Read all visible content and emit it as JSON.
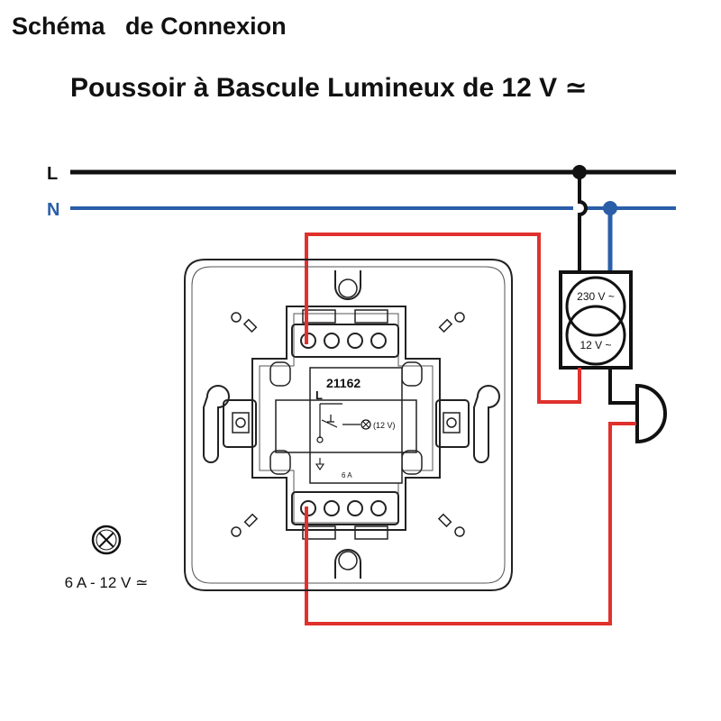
{
  "header": {
    "title": "Schéma   de Connexion",
    "subtitle": "Poussoir à Bascule Lumineux de 12 V ≃"
  },
  "lines": {
    "l_label": "L",
    "n_label": "N"
  },
  "colors": {
    "line_l": "#111111",
    "line_n": "#2a5ea8",
    "wire_red": "#e0312d",
    "outline": "#111111"
  },
  "transformer": {
    "primary": "230 V ~",
    "secondary": "12 V ~"
  },
  "device": {
    "reference": "21162",
    "terminal_label": "L",
    "lamp_label": "(12 V)",
    "rating_small": "6 A"
  },
  "legend": {
    "icon": "lamp-icon",
    "rating": "6 A - 12 V ≃"
  }
}
